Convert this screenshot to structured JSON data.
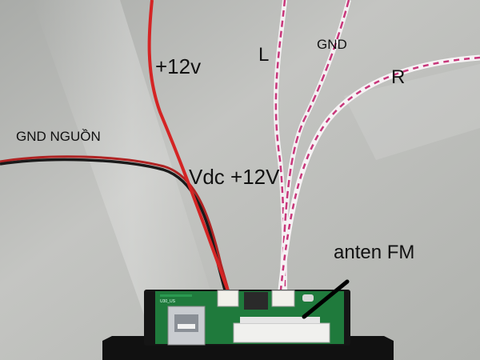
{
  "labels": {
    "plus_12v": "+12v",
    "left": "L",
    "gnd": "GND",
    "right": "R",
    "gnd_nguon": "GND NGUỒN",
    "vdc_12v": "Vdc +12V",
    "anten_fm": "anten FM"
  },
  "colors": {
    "background": "#b9bbb8",
    "board_green": "#1f7a3c",
    "red_wire": "#d42424",
    "black_wire": "#1a1a1a",
    "pink_stripe": "#c8367a",
    "panel_black": "#111111"
  }
}
